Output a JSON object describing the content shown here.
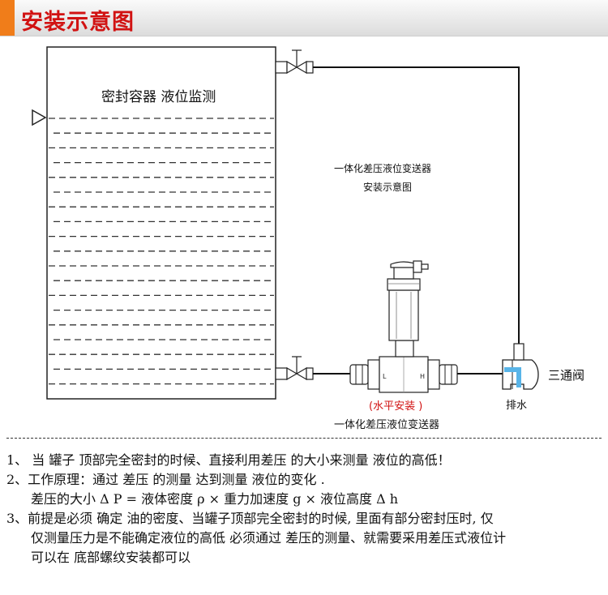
{
  "header": {
    "title": "安装示意图"
  },
  "diagram": {
    "tank_label": "密封容器 液位监测",
    "diagram_title_line1": "一体化差压液位变送器",
    "diagram_title_line2": "安装示意图",
    "valve_label": "三通阀",
    "drain_label": "排水",
    "install_note": "(水平安装 )",
    "transmitter_label": "一体化差压液位变送器",
    "port_low": "L",
    "port_high": "H",
    "colors": {
      "install_note": "#d11212",
      "drain_flow": "#58b4e8"
    }
  },
  "notes": {
    "line1": "1、 当 罐子 顶部完全密封的时候、直接利用差压 的大小来测量 液位的高低！",
    "line2": "2、工作原理：通过 差压 的测量 达到测量 液位的变化 .",
    "line3": "差压的大小 Δ P = 液体密度 ρ × 重力加速度 g × 液位高度 Δ h",
    "line4": "3、前提是必须 确定 油的密度、当罐子顶部完全密封的时候, 里面有部分密封压时, 仅",
    "line5": "仅测量压力是不能确定液位的高低  必须通过 差压的测量、就需要采用差压式液位计",
    "line6": "可以在 底部螺纹安装都可以"
  }
}
